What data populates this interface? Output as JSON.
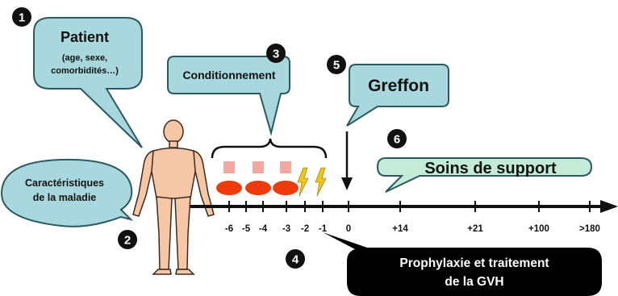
{
  "colors": {
    "bubble_fill": "#a8d8dd",
    "bubble_stroke": "#2a5a60",
    "support_fill": "#c4ead8",
    "marker_fill": "#111111",
    "marker_text": "#ffffff",
    "conditioning_oval": "#ee3b0c",
    "conditioning_rect": "#f4a8a2",
    "bolt": "#f2c414",
    "body_skin": "#f5c7a6",
    "axis": "#111111",
    "gvh_fill": "#000000",
    "gvh_text": "#ffffff"
  },
  "markers": [
    {
      "id": "1",
      "label": "1"
    },
    {
      "id": "2",
      "label": "2"
    },
    {
      "id": "3",
      "label": "3"
    },
    {
      "id": "4",
      "label": "4"
    },
    {
      "id": "5",
      "label": "5"
    },
    {
      "id": "6",
      "label": "6"
    }
  ],
  "patient": {
    "title": "Patient",
    "detail_line1": "(age, sexe,",
    "detail_line2": "comorbidités…)"
  },
  "disease": {
    "line1": "Caractéristiques",
    "line2": "de la maladie"
  },
  "conditioning": {
    "label": "Conditionnement",
    "chemo_days": [
      "-6",
      "-4",
      "-3"
    ],
    "irradiation_days": [
      "-2",
      "-1"
    ]
  },
  "graft": {
    "label": "Greffon",
    "day": "0"
  },
  "support": {
    "label": "Soins de support"
  },
  "gvh": {
    "line1": "Prophylaxie et traitement",
    "line2": "de la GVH"
  },
  "timeline": {
    "ticks": [
      "-6",
      "-5",
      "-4",
      "-3",
      "-2",
      "-1",
      "0",
      "+14",
      "+21",
      "+100",
      ">180"
    ]
  }
}
